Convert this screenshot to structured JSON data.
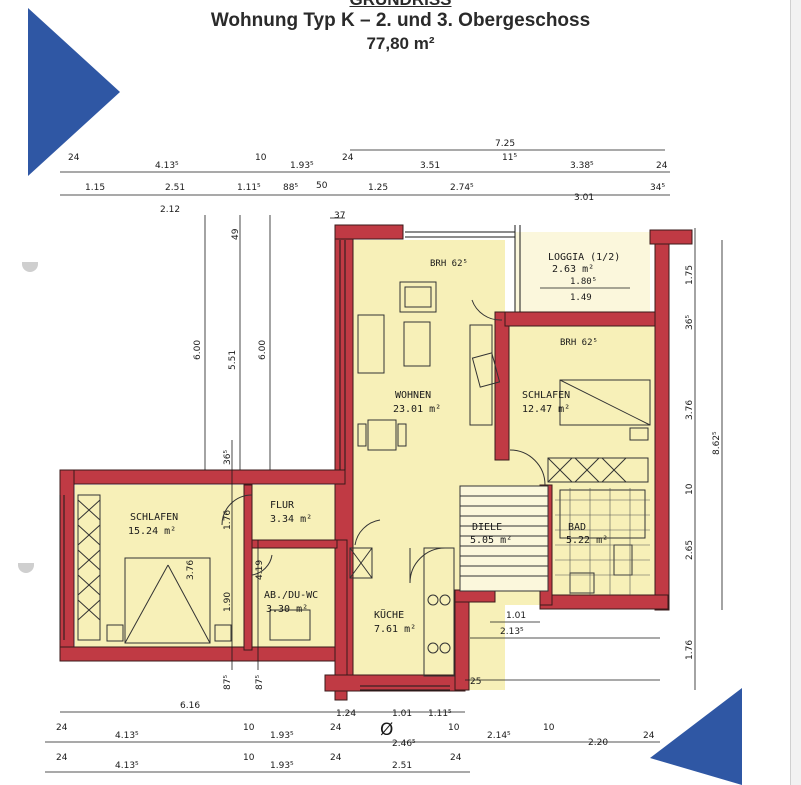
{
  "header": {
    "title_top": "GRUNDRISS",
    "title": "Wohnung Typ K – 2. und 3. Obergeschoss",
    "total_area": "77,80 m²"
  },
  "colors": {
    "room_fill": "#f7f0b8",
    "wall_fill": "#c03a44",
    "wall_stroke": "#3a1a1a",
    "triangle": "#2f57a4",
    "line": "#1a1a1a"
  },
  "rooms": [
    {
      "id": "wohnen",
      "name": "WOHNEN",
      "area": "23.01 m²"
    },
    {
      "id": "schlafen-left",
      "name": "SCHLAFEN",
      "area": "15.24 m²"
    },
    {
      "id": "schlafen-right",
      "name": "SCHLAFEN",
      "area": "12.47 m²"
    },
    {
      "id": "flur",
      "name": "FLUR",
      "area": "3.34 m²"
    },
    {
      "id": "ab-du-wc",
      "name": "AB./DU-WC",
      "area": "3.30 m²"
    },
    {
      "id": "kueche",
      "name": "KÜCHE",
      "area": "7.61 m²"
    },
    {
      "id": "diele",
      "name": "DIELE",
      "area": "5.05 m²"
    },
    {
      "id": "bad",
      "name": "BAD",
      "area": "5.22 m²"
    },
    {
      "id": "loggia",
      "name": "LOGGIA (1/2)",
      "area": "2.63 m²"
    }
  ],
  "annotations": {
    "brh_wohnen": "BRH 62⁵",
    "brh_schlafen": "BRH 62⁵",
    "loggia_w1": "1.80⁵",
    "loggia_w2": "1.49",
    "diameter": "Ø"
  },
  "dims_top": {
    "row1": [
      "24",
      "4.13⁵",
      "10",
      "1.93⁵",
      "24",
      "3.51",
      "11⁵",
      "3.38⁵",
      "24"
    ],
    "overall": "7.25",
    "row2": [
      "1.15",
      "2.51",
      "1.11⁵",
      "88⁵",
      "50",
      "1.25",
      "2.74⁵",
      "3.01",
      "34⁵"
    ],
    "row3": [
      "2.12",
      "37"
    ]
  },
  "dims_bottom": {
    "row1": [
      "6.16",
      "1.24",
      "1.01",
      "1.11⁵"
    ],
    "row2": [
      "24",
      "4.13⁵",
      "10",
      "1.93⁵",
      "24",
      "2.46⁵",
      "10",
      "2.14⁵",
      "10",
      "2.20",
      "24"
    ],
    "row3": [
      "24",
      "4.13⁵",
      "10",
      "1.93⁵",
      "24",
      "2.51",
      "24"
    ],
    "misc": [
      "1.01",
      "2.13⁵",
      "25"
    ]
  },
  "dims_vertical": {
    "left": [
      "49",
      "6.00",
      "5.51",
      "6.00",
      "36⁵",
      "1.76",
      "3.76",
      "1.90",
      "4.19",
      "87⁵",
      "87⁵"
    ],
    "right": [
      "1.75",
      "36⁵",
      "3.76",
      "8.62⁵",
      "10",
      "2.65",
      "1.76"
    ]
  }
}
